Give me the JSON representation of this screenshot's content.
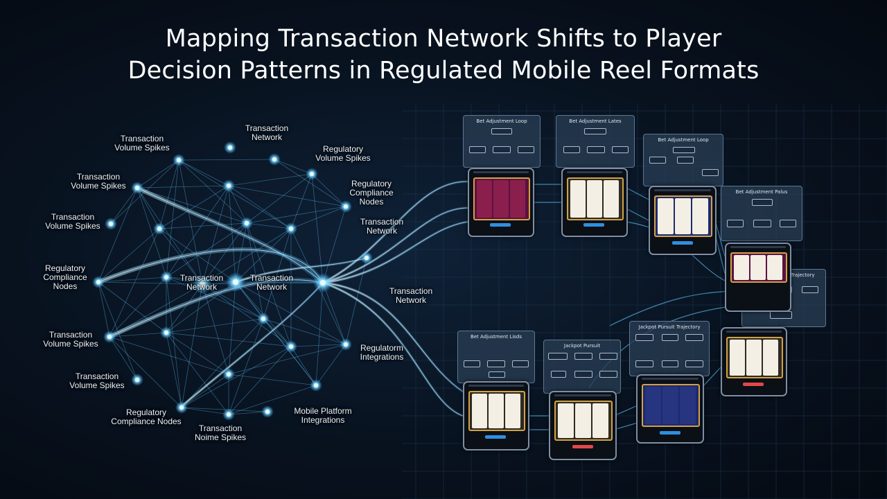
{
  "title": {
    "line1": "Mapping Transaction Network Shifts to Player",
    "line2": "Decision Patterns in Regulated Mobile Reel Formats"
  },
  "network_labels": [
    {
      "id": "l1",
      "line1": "Transaction",
      "line2": "Network"
    },
    {
      "id": "l2",
      "line1": "Transaction",
      "line2": "Volume Spikes"
    },
    {
      "id": "l3",
      "line1": "Regulatory",
      "line2": "Volume Spikes"
    },
    {
      "id": "l4",
      "line1": "Transaction",
      "line2": "Volume Spikes"
    },
    {
      "id": "l5",
      "line1": "Regulatory",
      "line2": "Compliance",
      "line3": "Nodes"
    },
    {
      "id": "l6",
      "line1": "Transaction",
      "line2": "Volume Spikes"
    },
    {
      "id": "l7",
      "line1": "Transaction",
      "line2": "Network"
    },
    {
      "id": "l8",
      "line1": "Regulatory",
      "line2": "Compliance",
      "line3": "Nodes"
    },
    {
      "id": "l9",
      "line1": "Transaction",
      "line2": "Network"
    },
    {
      "id": "l10",
      "line1": "Transaction",
      "line2": "Network"
    },
    {
      "id": "l11",
      "line1": "Transaction",
      "line2": "Network"
    },
    {
      "id": "l12",
      "line1": "Transaction",
      "line2": "Volume Spikes"
    },
    {
      "id": "l13",
      "line1": "Regulatorm",
      "line2": "Integrations"
    },
    {
      "id": "l14",
      "line1": "Transaction",
      "line2": "Volume Spikes"
    },
    {
      "id": "l15",
      "line1": "Regulatory",
      "line2": "Compliance Nodes"
    },
    {
      "id": "l16",
      "line1": "Mobile Platform",
      "line2": "Integrations"
    },
    {
      "id": "l17",
      "line1": "Transaction",
      "line2": "Noime Spikes"
    }
  ],
  "flow_panels": [
    {
      "id": "p1",
      "title": "Bet Adjustment Loop"
    },
    {
      "id": "p2",
      "title": "Bet Adjustment Lates"
    },
    {
      "id": "p3",
      "title": "Bet Adjustment Loop"
    },
    {
      "id": "p4",
      "title": "Bet Adjustment Palus"
    },
    {
      "id": "p5",
      "title": "Jackpot Pursuit Trajectory"
    },
    {
      "id": "p6",
      "title": "Bet Adjustment Lisds"
    },
    {
      "id": "p7",
      "title": "Jackpot Pursuit"
    },
    {
      "id": "p8",
      "title": "Jackpot Pursuit Trajectory"
    }
  ],
  "colors": {
    "accent": "#5cc8ff",
    "glow": "#9fe6ff",
    "node": "#e9fbff",
    "spin_blue": "#2f8fe0",
    "spin_red": "#e04848",
    "gold": "#d3a245"
  },
  "icons": [
    "slot-machine-icon",
    "spin-button-icon"
  ]
}
